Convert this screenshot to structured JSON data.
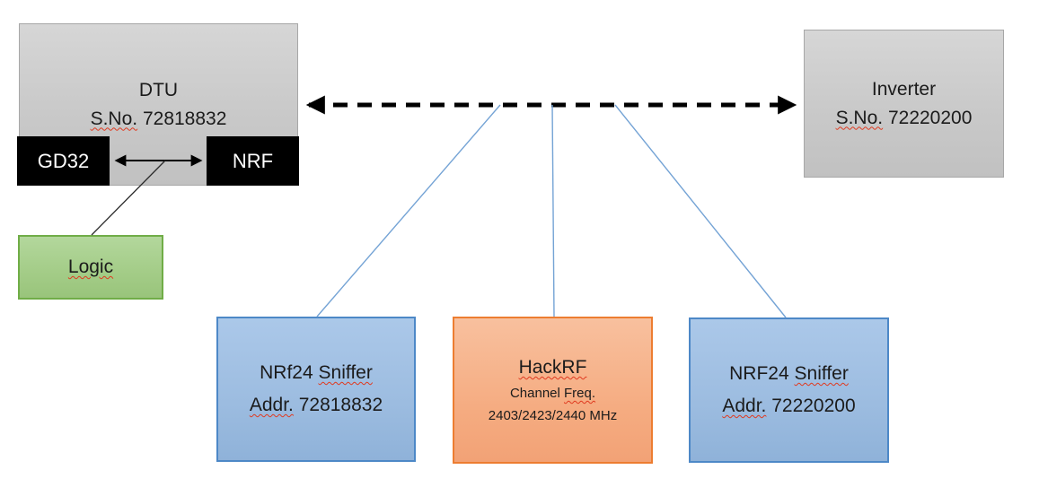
{
  "nodes": {
    "dtu": {
      "title": "DTU",
      "serial_label": "S.No.",
      "serial_number": "72818832"
    },
    "gd32": {
      "label": "GD32"
    },
    "nrf": {
      "label": "NRF"
    },
    "logic": {
      "label": "Logic"
    },
    "inverter": {
      "title": "Inverter",
      "serial_label": "S.No.",
      "serial_number": "72220200"
    },
    "sniffer_left": {
      "title_prefix": "NRf24",
      "title_word": "Sniffer",
      "addr_label": "Addr.",
      "addr_number": "72818832"
    },
    "hackrf": {
      "title": "HackRF",
      "freq_prefix": "Channel",
      "freq_word": "Freq.",
      "frequencies": "2403/2423/2440 MHz"
    },
    "sniffer_right": {
      "title_prefix": "NRF24",
      "title_word": "Sniffer",
      "addr_label": "Addr.",
      "addr_number": "72220200"
    }
  },
  "colors": {
    "gray_fill": "#c9c9c9",
    "gray_border": "#a7a7a7",
    "black_fill": "#000000",
    "green_fill": "#a3cc87",
    "green_border": "#70ad47",
    "blue_fill": "#9cbce0",
    "blue_border": "#4d88c7",
    "orange_fill": "#f5ab80",
    "orange_border": "#ed7d31",
    "connector_blue": "#74a3d5",
    "arrow_black": "#000000",
    "spellcheck_red": "#e0391f"
  }
}
